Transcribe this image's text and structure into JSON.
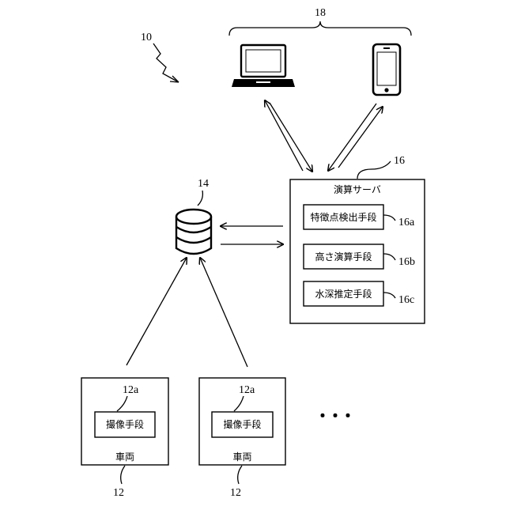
{
  "refs": {
    "system": "10",
    "vehicle": "12",
    "imaging_unit": "12a",
    "database": "14",
    "server": "16",
    "feature_unit": "16a",
    "height_unit": "16b",
    "depth_unit": "16c",
    "terminals": "18"
  },
  "server": {
    "title": "演算サーバ",
    "units": [
      "特徴点検出手段",
      "高さ演算手段",
      "水深推定手段"
    ]
  },
  "vehicles": [
    {
      "label": "車両",
      "unit": "撮像手段"
    },
    {
      "label": "車両",
      "unit": "撮像手段"
    }
  ],
  "more": "・・・",
  "icons": [
    "laptop-icon",
    "smartphone-icon",
    "database-icon"
  ]
}
